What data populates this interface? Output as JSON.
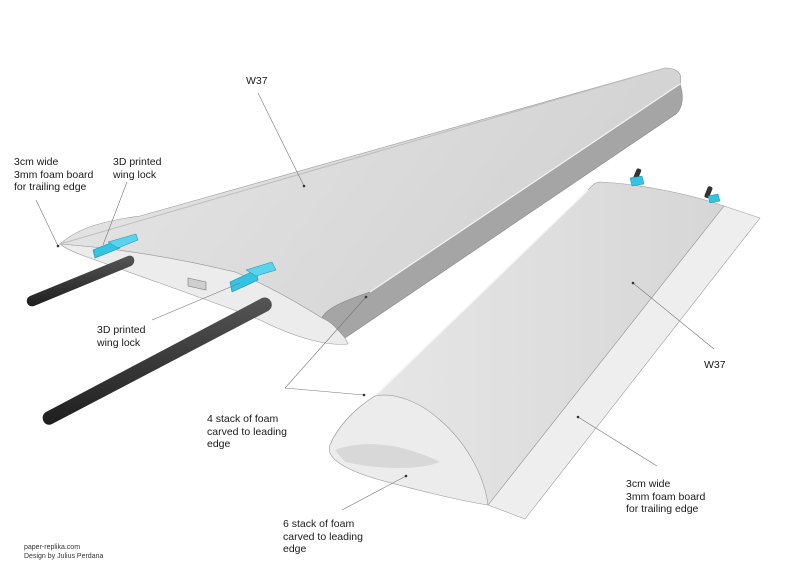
{
  "labels": {
    "w37_upper": "W37",
    "w37_lower": "W37",
    "trailing_edge_upper": "3cm wide\n3mm foam board\nfor trailing edge",
    "trailing_edge_lower": "3cm wide\n3mm foam board\nfor trailing edge",
    "wing_lock_top": "3D printed\nwing lock",
    "wing_lock_bottom": "3D printed\nwing lock",
    "leading_edge_4": "4 stack of foam\ncarved to leading\nedge",
    "leading_edge_6": "6 stack of foam\ncarved to leading\nedge"
  },
  "credits": {
    "site": "paper-replika.com",
    "designer": "Design by Julius Perdana"
  },
  "colors": {
    "wing_top": "#dcdcdc",
    "wing_shadow": "#a9a9a9",
    "wing_side": "#ebebeb",
    "wing_lock": "#33c3e3",
    "spar_rod": "#2f2f2f"
  }
}
